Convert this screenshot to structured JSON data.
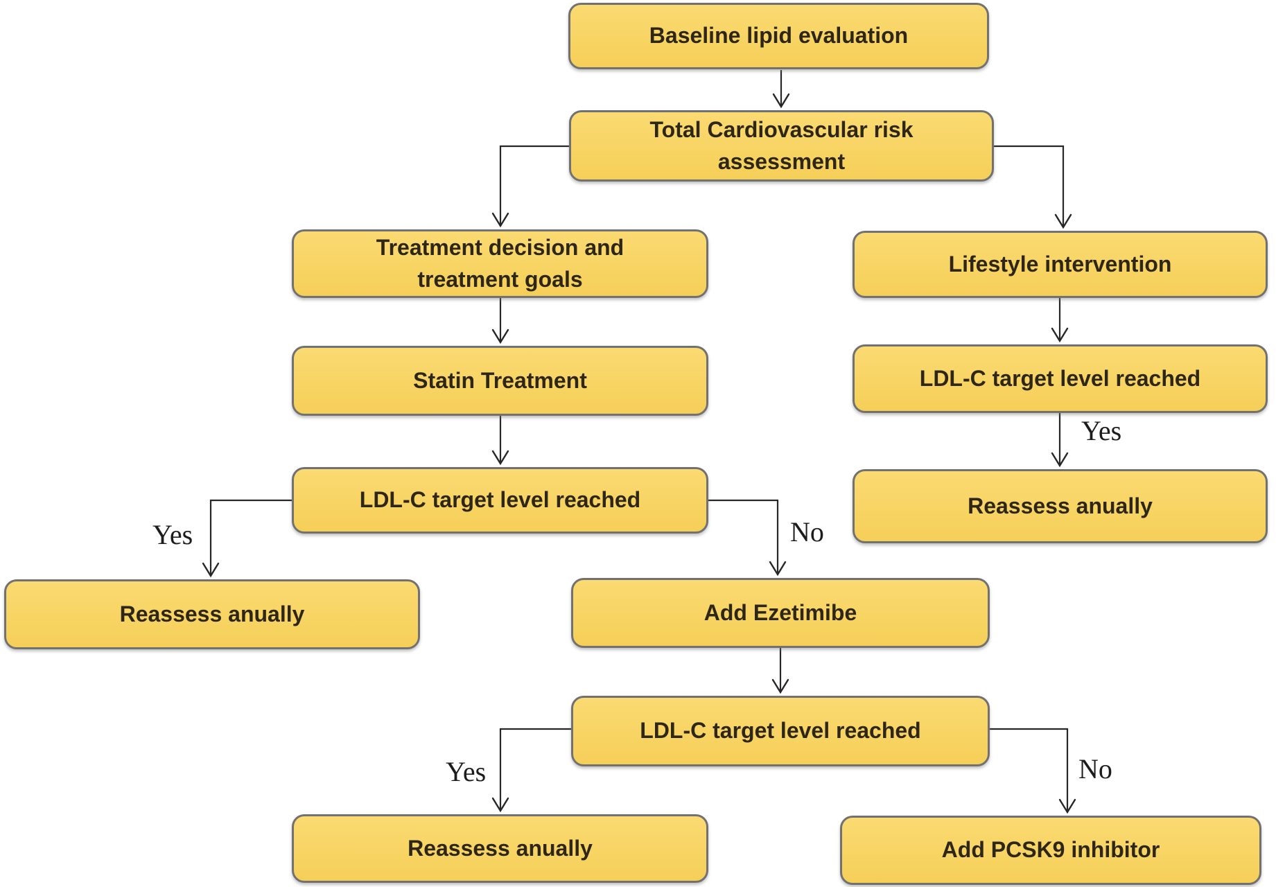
{
  "diagram": {
    "type": "flowchart",
    "colors": {
      "background": "#FFFFFF",
      "node_fill": "#F8D566",
      "node_border": "#717171",
      "node_text": "#2E2617",
      "connector": "#262626",
      "edge_label_text": "#1C1C1C"
    },
    "nodes": [
      {
        "id": "baseline",
        "label": "Baseline lipid evaluation"
      },
      {
        "id": "risk-assessment",
        "label": "Total Cardiovascular risk\nassessment"
      },
      {
        "id": "treatment-decision",
        "label": "Treatment decision and\ntreatment goals"
      },
      {
        "id": "lifestyle",
        "label": "Lifestyle intervention"
      },
      {
        "id": "statin",
        "label": "Statin Treatment"
      },
      {
        "id": "ldlc-right",
        "label": "LDL-C target level reached"
      },
      {
        "id": "ldlc-left",
        "label": "LDL-C target level reached"
      },
      {
        "id": "reassess-right",
        "label": "Reassess anually"
      },
      {
        "id": "reassess-left",
        "label": "Reassess anually"
      },
      {
        "id": "ezetimibe",
        "label": "Add Ezetimibe"
      },
      {
        "id": "ldlc-bottom",
        "label": "LDL-C target level reached"
      },
      {
        "id": "reassess-bottom",
        "label": "Reassess anually"
      },
      {
        "id": "pcsk9",
        "label": "Add PCSK9 inhibitor"
      }
    ],
    "edges": [
      {
        "from": "baseline",
        "to": "risk-assessment",
        "label": ""
      },
      {
        "from": "risk-assessment",
        "to": "treatment-decision",
        "label": ""
      },
      {
        "from": "risk-assessment",
        "to": "lifestyle",
        "label": ""
      },
      {
        "from": "treatment-decision",
        "to": "statin",
        "label": ""
      },
      {
        "from": "lifestyle",
        "to": "ldlc-right",
        "label": ""
      },
      {
        "from": "statin",
        "to": "ldlc-left",
        "label": ""
      },
      {
        "from": "ldlc-right",
        "to": "reassess-right",
        "label": "Yes"
      },
      {
        "from": "ldlc-left",
        "to": "reassess-left",
        "label": "Yes"
      },
      {
        "from": "ldlc-left",
        "to": "ezetimibe",
        "label": "No"
      },
      {
        "from": "ezetimibe",
        "to": "ldlc-bottom",
        "label": ""
      },
      {
        "from": "ldlc-bottom",
        "to": "reassess-bottom",
        "label": "Yes"
      },
      {
        "from": "ldlc-bottom",
        "to": "pcsk9",
        "label": "No"
      }
    ]
  }
}
